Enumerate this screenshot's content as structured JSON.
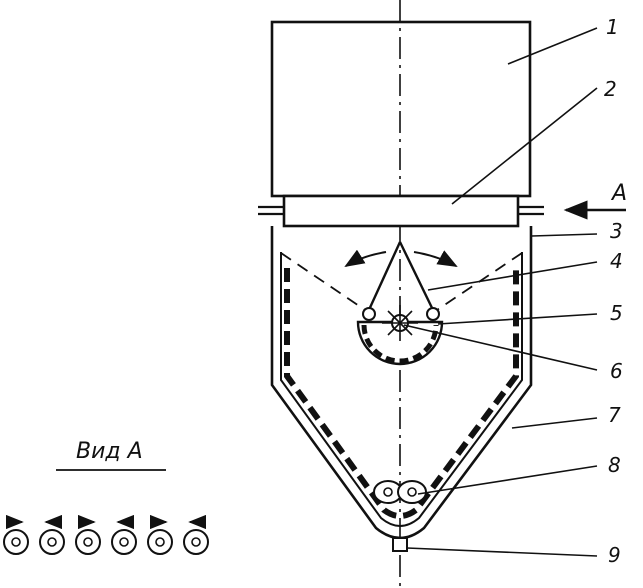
{
  "figure": {
    "view_caption": "Вид А",
    "view_arrow_label": "A",
    "callouts": [
      "1",
      "2",
      "3",
      "4",
      "5",
      "6",
      "7",
      "8",
      "9"
    ],
    "roller_count": 6,
    "line_color": "#111111",
    "background_color": "#ffffff"
  }
}
